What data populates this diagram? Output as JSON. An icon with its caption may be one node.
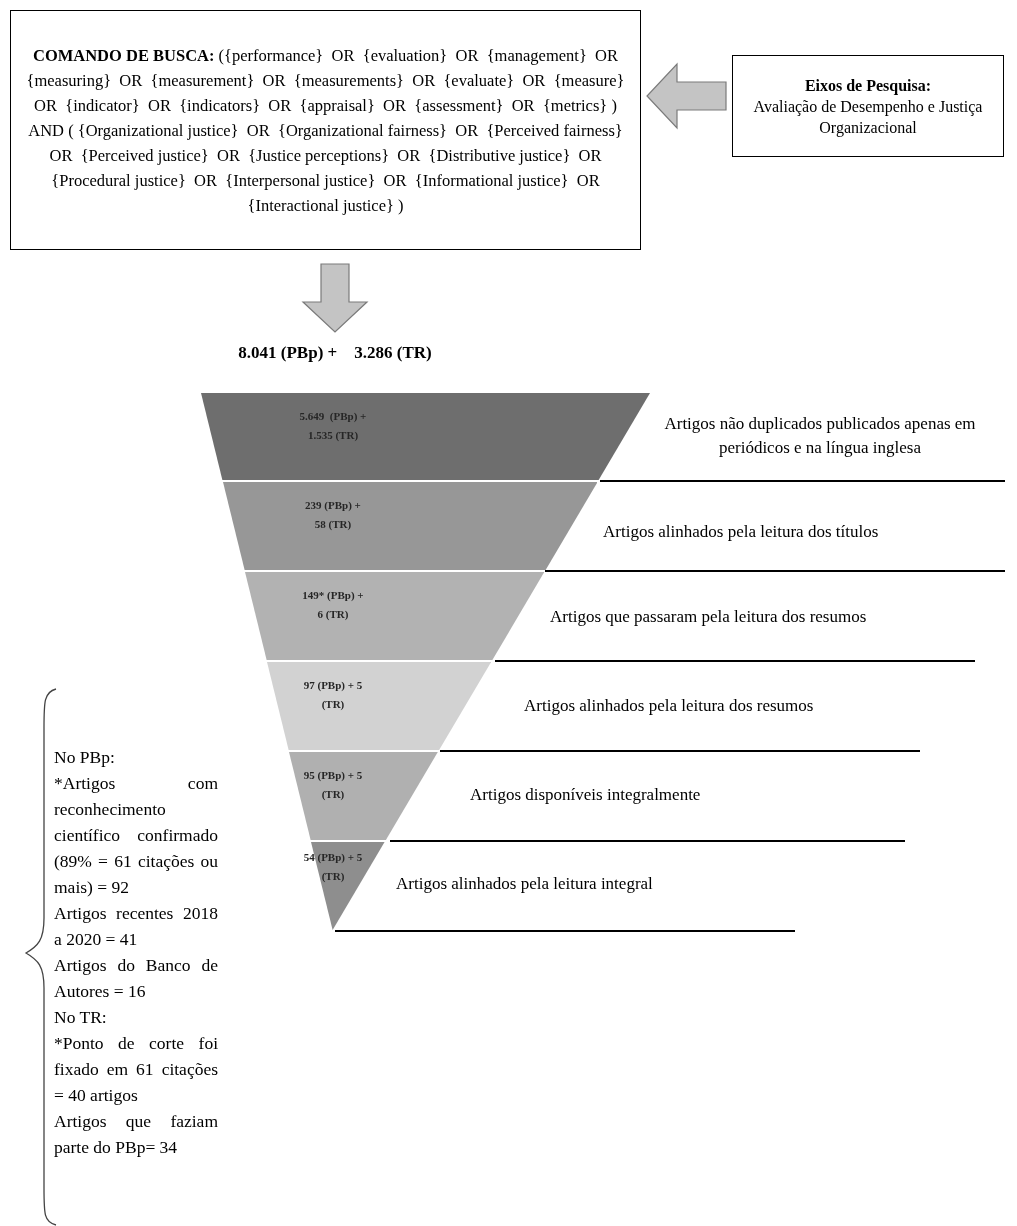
{
  "diagram": {
    "nodes": [
      {
        "text": [
          "**COMANDO DE BUSCA:** ({performance}  OR  {evaluation}  OR  {management}  OR  {measuring}  OR  {measurement}  OR  {measurements}  OR  {evaluate}  OR  {measure}  OR  {indicator}  OR  {indicators}  OR  {appraisal}  OR  {assessment}  OR  {metrics} ) AND ( {Organizational justice}  OR  {Organizational fairness}  OR  {Perceived fairness}  OR  {Perceived justice}  OR  {Justice perceptions}  OR  {Distributive justice}  OR  {Procedural justice}  OR  {Interpersonal justice}  OR  {Informational justice}  OR  {Interactional justice} )"
        ]
      },
      {
        "text": [
          "Eixos de Pesquisa:",
          "Avaliação de Desempenho e Justiça Organizacional"
        ]
      },
      {
        "text": [
          "8.041 (PBp) +    3.286 (TR)"
        ]
      },
      {
        "text": [
          "5.649  (PBp) +   1.535 (TR)"
        ],
        "beside": [
          "Artigos não duplicados publicados apenas em periódicos e na língua inglesa"
        ]
      },
      {
        "text": [
          "239 (PBp) +  58 (TR)"
        ],
        "beside": [
          "Artigos alinhados pela leitura dos títulos"
        ]
      },
      {
        "text": [
          "149* (PBp) +  6 (TR)"
        ],
        "beside": [
          "Artigos que passaram pela leitura dos resumos"
        ]
      },
      {
        "text": [
          "97 (PBp) + 5 (TR)"
        ],
        "beside": [
          "Artigos alinhados pela leitura dos resumos"
        ]
      },
      {
        "text": [
          "95 (PBp) + 5 (TR)"
        ],
        "beside": [
          "Artigos disponíveis integralmente"
        ]
      },
      {
        "text": [
          "54 (PBp) + 5 (TR)"
        ],
        "beside": [
          "Artigos alinhados pela leitura integral"
        ]
      }
    ],
    "edges": [
      {
        "from": 1,
        "to": 0,
        "arrow": "to"
      },
      {
        "from": 0,
        "to": 2,
        "arrow": "to"
      }
    ],
    "labels": [
      "No PBp:",
      "*Artigos com reconhecimento científico confirmado (89% = 61 citações ou mais) = 92",
      "Artigos recentes 2018 a 2020 = 41",
      "Artigos do Banco de Autores = 16",
      "No TR:",
      "*Ponto de corte foi fixado em 61 citações = 40 artigos",
      "Artigos que faziam parte do PBp= 34"
    ]
  }
}
